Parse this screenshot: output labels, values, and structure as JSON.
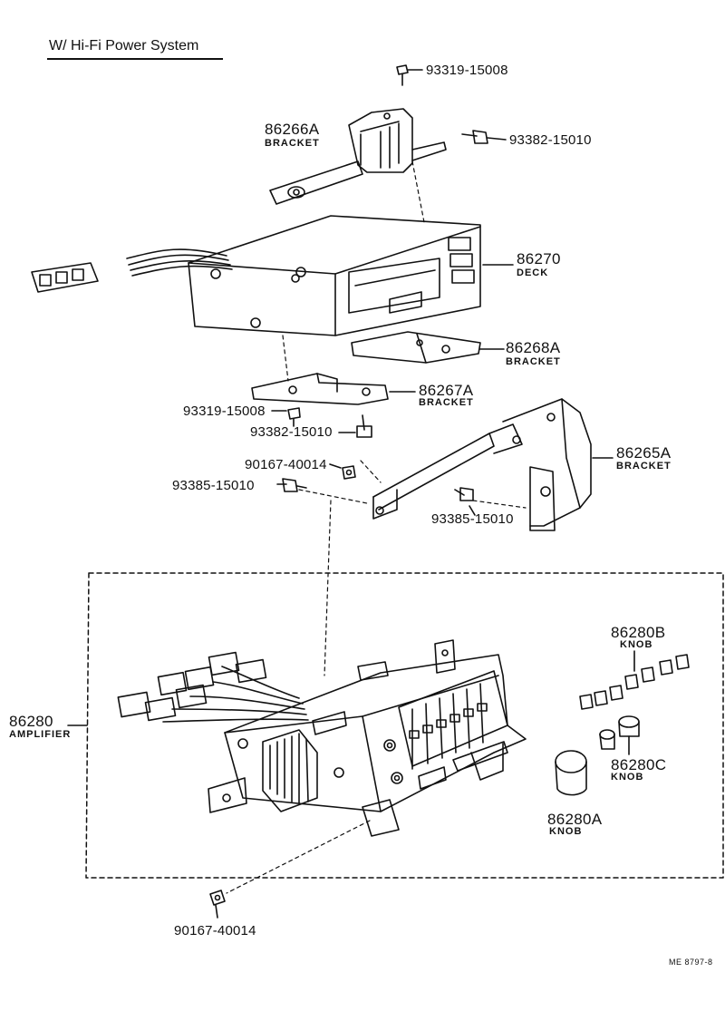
{
  "title": "W/ Hi-Fi Power System",
  "diagram_code": "ME  8797-8",
  "parts": {
    "screw_top": "93319-15008",
    "bracket_upper": {
      "number": "86266A",
      "name": "BRACKET"
    },
    "bolt_upper": "93382-15010",
    "deck": {
      "number": "86270",
      "name": "DECK"
    },
    "bracket_right_small": {
      "number": "86268A",
      "name": "BRACKET"
    },
    "bracket_lower_small": {
      "number": "86267A",
      "name": "BRACKET"
    },
    "screw_mid": "93319-15008",
    "bolt_mid": "93382-15010",
    "nut_mid": "90167-40014",
    "bolt_left": "93385-15010",
    "bracket_long": {
      "number": "86265A",
      "name": "BRACKET"
    },
    "bolt_right": "93385-15010",
    "amplifier": {
      "number": "86280",
      "name": "AMPLIFIER"
    },
    "knob_small": {
      "number": "86280B",
      "name": "KNOB"
    },
    "knob_medium": {
      "number": "86280C",
      "name": "KNOB"
    },
    "knob_large": {
      "number": "86280A",
      "name": "KNOB"
    },
    "nut_bottom": "90167-40014"
  }
}
